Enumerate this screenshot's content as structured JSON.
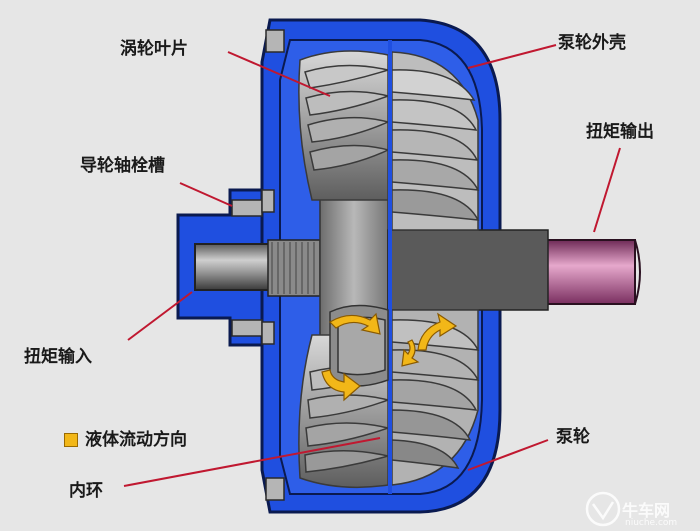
{
  "labels": {
    "turbine_blade": "涡轮叶片",
    "pump_housing": "泵轮外壳",
    "torque_output": "扭矩输出",
    "stator_spline": "导轮轴栓槽",
    "torque_input": "扭矩输入",
    "fluid_direction": "液体流动方向",
    "inner_ring": "内环",
    "pump_wheel": "泵轮"
  },
  "watermark": {
    "brand": "牛车网",
    "domain": "niuche.com"
  },
  "colors": {
    "background": "#e6e6e6",
    "housing_blue": "#1f4fe0",
    "leader_red": "#c01830",
    "flow_arrow": "#f2b718",
    "output_shaft": "#c0609a"
  }
}
